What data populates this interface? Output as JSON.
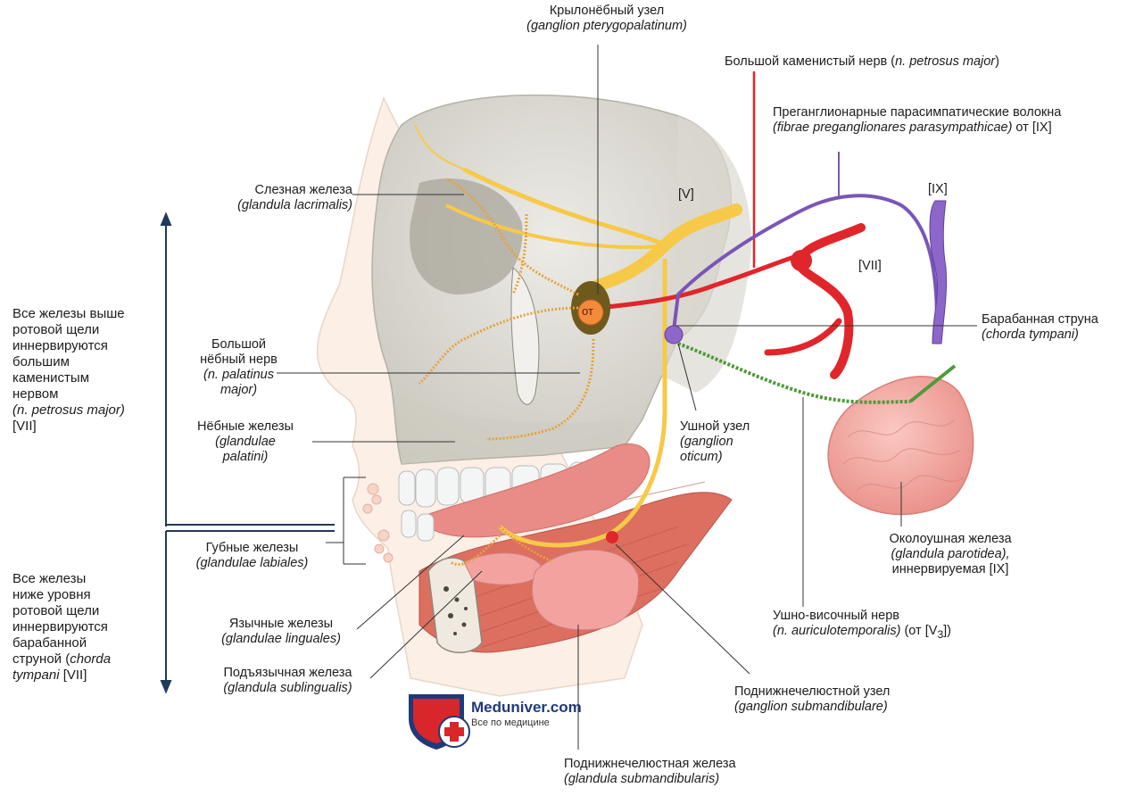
{
  "labels": {
    "pterygopalatine": {
      "ru": "Крылонёбный узел",
      "lat": "(ganglion pterygopalatinum)"
    },
    "petrosus": {
      "ru": "Большой каменистый нерв (",
      "lat": "n. petrosus major",
      "tail": ")"
    },
    "preganglionic": {
      "line1": "Преганглионарные парасимпатические волокна",
      "lat": "(fibrae preganglionares parasympathicae)",
      "tail": " от [IX]"
    },
    "lacrimal": {
      "ru": "Слезная железа",
      "lat": "(glandula lacrimalis)"
    },
    "palatine_nerve": {
      "l1": "Большой",
      "l2": "нёбный нерв",
      "lat1": "(n. palatinus",
      "lat2": "major)"
    },
    "palatine_glands": {
      "ru": "Нёбные железы",
      "lat1": "(glandulae",
      "lat2": "palatini)"
    },
    "labial": {
      "ru": "Губные железы",
      "lat": "(glandulae labiales)"
    },
    "lingual": {
      "ru": "Язычные железы",
      "lat": "(glandulae linguales)"
    },
    "sublingual": {
      "ru": "Подъязычная железа",
      "lat": "(glandula sublingualis)"
    },
    "chorda": {
      "ru": "Барабанная струна",
      "lat": "(chorda tympani)"
    },
    "otic": {
      "ru": "Ушной узел",
      "lat1": "(ganglion",
      "lat2": "oticum)"
    },
    "parotid": {
      "ru": "Околоушная железа",
      "lat": "(glandula parotidea),",
      "tail": "иннервируемая [IX]"
    },
    "auriculotemporal": {
      "ru": "Ушно-височный нерв",
      "lat": "(n. auriculotemporalis)",
      "tail": " (от [V",
      "sub": "3",
      "end": "])"
    },
    "submand_ganglion": {
      "ru": "Поднижнечелюстной узел",
      "lat": "(ganglion submandibulare)"
    },
    "submand_gland": {
      "ru": "Поднижнечелюстная железа",
      "lat": "(glandula submandibularis)"
    },
    "tag_v": "[V]",
    "tag_vii": "[VII]",
    "tag_ix": "[IX]",
    "tag_ot": "от"
  },
  "side_notes": {
    "above": [
      "Все железы выше",
      "ротовой щели",
      "иннервируются",
      "большим",
      "каменистым",
      "нервом"
    ],
    "above_lat": "(n. petrosus major)",
    "above_tail": "[VII]",
    "below": [
      "Все железы",
      "ниже уровня",
      "ротовой щели",
      "иннервируются",
      "барабанной"
    ],
    "below_line6_pre": "струной (",
    "below_line6_lat": "chorda",
    "below_lat2": "tympani",
    "below_tail": " [VII]"
  },
  "logo": {
    "name": "Meduniver.com",
    "tagline": "Все по медицине"
  },
  "colors": {
    "nerve_yellow": "#f7c948",
    "nerve_red": "#e0262b",
    "nerve_purple": "#7a55b8",
    "nerve_green": "#4f9a3b",
    "fiber_orange": "#e6a23c",
    "skull": "#dcd9d0",
    "gland_pink": "#f2a3a0",
    "muscle": "#d9695a",
    "logo_blue": "#1f3a7a",
    "logo_red": "#d8262b"
  }
}
